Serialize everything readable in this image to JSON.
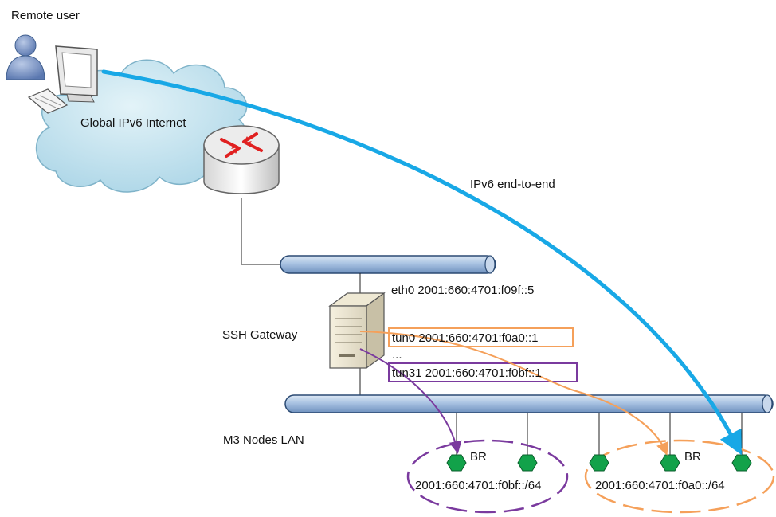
{
  "labels": {
    "remote_user": "Remote user",
    "internet": "Global IPv6 Internet",
    "end_to_end": "IPv6 end-to-end",
    "eth0": "eth0 2001:660:4701:f09f::5",
    "ssh_gateway": "SSH Gateway",
    "tun0": "tun0 2001:660:4701:f0a0::1",
    "ellipsis": "...",
    "tun31": "tun31 2001:660:4701:f0bf::1",
    "lan": "M3 Nodes LAN",
    "br_left": "BR",
    "br_right": "BR",
    "subnet_left": "2001:660:4701:f0bf::/64",
    "subnet_right": "2001:660:4701:f0a0::/64"
  },
  "colors": {
    "end_to_end_arrow": "#18a8e6",
    "tun0_route": "#f5a05a",
    "tun31_route": "#7a3a9e",
    "node": "#12a24a",
    "bus": "#8fb1d6",
    "cloud": "#bfe1ee",
    "router_arrows": "#e02020"
  },
  "icons": {
    "user": "user-icon",
    "computer": "computer-icon",
    "cloud": "cloud-icon",
    "router": "router-icon",
    "server": "server-icon",
    "node": "node-icon"
  }
}
